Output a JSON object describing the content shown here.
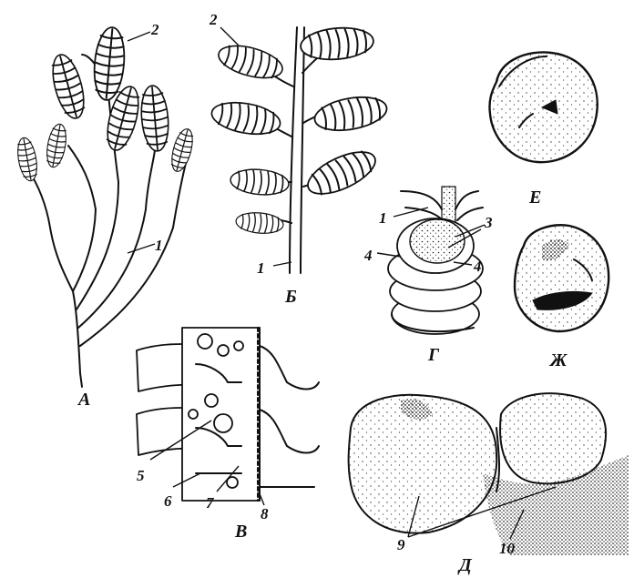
{
  "figure": {
    "labels": {
      "A": "А",
      "B": "Б",
      "V": "В",
      "G": "Г",
      "D": "Д",
      "E": "Е",
      "ZH": "Ж"
    },
    "numbers": {
      "n1": "1",
      "n2": "2",
      "n3": "3",
      "n4": "4",
      "n5": "5",
      "n6": "6",
      "n7": "7",
      "n8": "8",
      "n9": "9",
      "n10": "10"
    }
  }
}
